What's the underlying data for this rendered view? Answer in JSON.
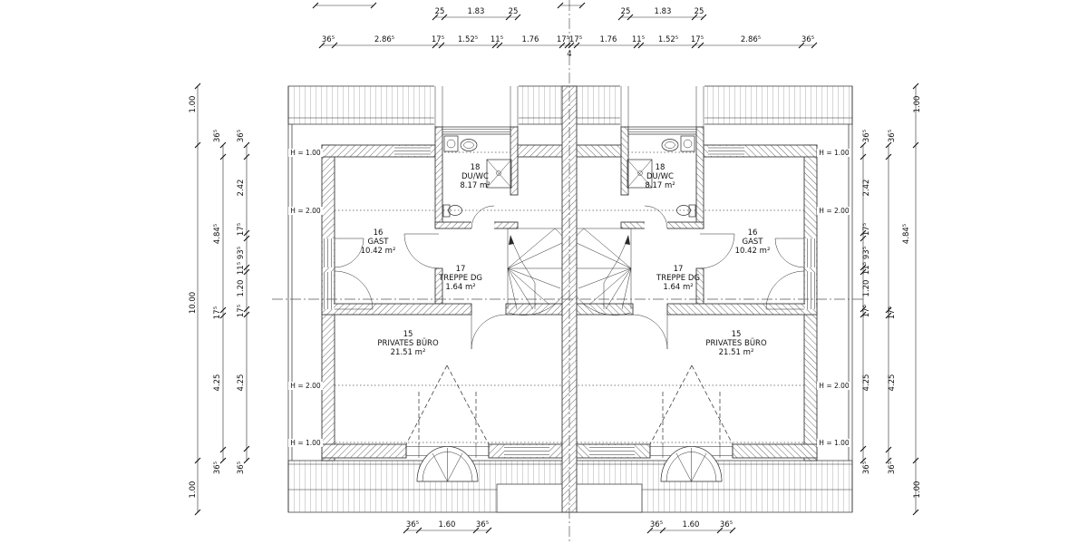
{
  "rooms": {
    "gast": {
      "number": "16",
      "name": "GAST",
      "area": "10.42 m²"
    },
    "duwc": {
      "number": "18",
      "name": "DU/WC",
      "area": "8.17 m²"
    },
    "treppe": {
      "number": "17",
      "name": "TREPPE DG",
      "area": "1.64 m²"
    },
    "buero": {
      "number": "15",
      "name": "PRIVATES BÜRO",
      "area": "21.51 m²"
    }
  },
  "heights": {
    "h1": "H = 1.00",
    "h2": "H = 2.00"
  },
  "dims": {
    "top_window": [
      "25",
      "1.83",
      "25"
    ],
    "top_main": [
      "36⁵",
      "2.86⁵",
      "17⁵",
      "1.52⁵",
      "11⁵",
      "1.76",
      "17⁵",
      "17⁵",
      "1.76",
      "11⁵",
      "1.52⁵",
      "17⁵",
      "2.86⁵",
      "36⁵"
    ],
    "party_wall_width": "4",
    "side_outer": [
      "1.00",
      "10.00",
      "1.00"
    ],
    "side_middle": [
      "36⁵",
      "4.84⁵",
      "17⁵",
      "4.25",
      "36⁵"
    ],
    "side_inner": [
      "36⁵",
      "2.42",
      "17⁵",
      "93⁵",
      "11⁵",
      "1.20",
      "17⁵",
      "4.25",
      "36⁵"
    ],
    "bottom": [
      "36⁵",
      "1.60",
      "36⁵"
    ]
  },
  "colors": {
    "line": "#2a2a2a",
    "background": "#ffffff"
  }
}
